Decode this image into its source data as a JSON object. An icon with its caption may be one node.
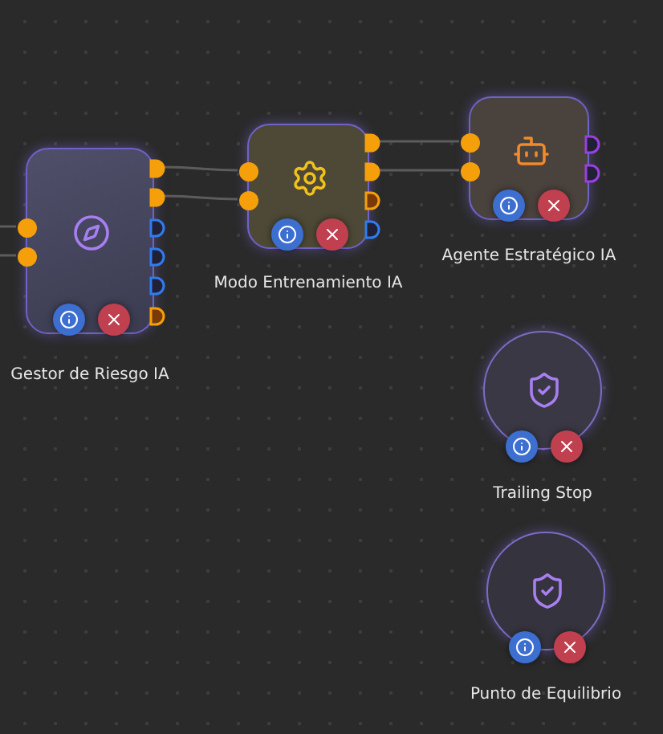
{
  "diagram": {
    "nodes": [
      {
        "text": [
          "Gestor de Riesgo IA"
        ]
      },
      {
        "text": [
          "Modo Entrenamiento IA"
        ]
      },
      {
        "text": [
          "Agente Estratégico IA"
        ]
      },
      {
        "text": [
          "Trailing Stop"
        ]
      },
      {
        "text": [
          "Punto de Equilibrio"
        ]
      }
    ],
    "edges": [
      {
        "from": null,
        "to": 0,
        "arrow": "none"
      },
      {
        "from": null,
        "to": 0,
        "arrow": "none"
      },
      {
        "from": 0,
        "to": 1,
        "arrow": "none"
      },
      {
        "from": 0,
        "to": 1,
        "arrow": "none"
      },
      {
        "from": 1,
        "to": 2,
        "arrow": "none"
      },
      {
        "from": 1,
        "to": 2,
        "arrow": "none"
      }
    ]
  }
}
